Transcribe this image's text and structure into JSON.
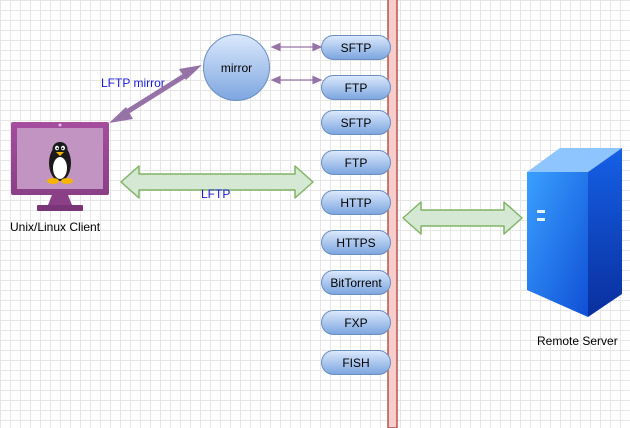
{
  "mirror_node": {
    "label": "mirror"
  },
  "protocols": [
    "SFTP",
    "FTP",
    "SFTP",
    "FTP",
    "HTTP",
    "HTTPS",
    "BitTorrent",
    "FXP",
    "FISH"
  ],
  "edges": {
    "lftp_mirror": "LFTP mirror",
    "lftp": "LFTP"
  },
  "client": {
    "label": "Unix/Linux Client"
  },
  "server": {
    "label": "Remote Server"
  },
  "colors": {
    "pill_fill_top": "#dae8fc",
    "pill_fill_bottom": "#7ea6e0",
    "pill_border": "#6c8ebf",
    "firewall": "#f8cecc",
    "firewall_border": "#b85450",
    "green_arrow": "#d5e8d4",
    "green_border": "#82b366",
    "purple": "#9673a6",
    "label_blue": "#1a1adb"
  }
}
